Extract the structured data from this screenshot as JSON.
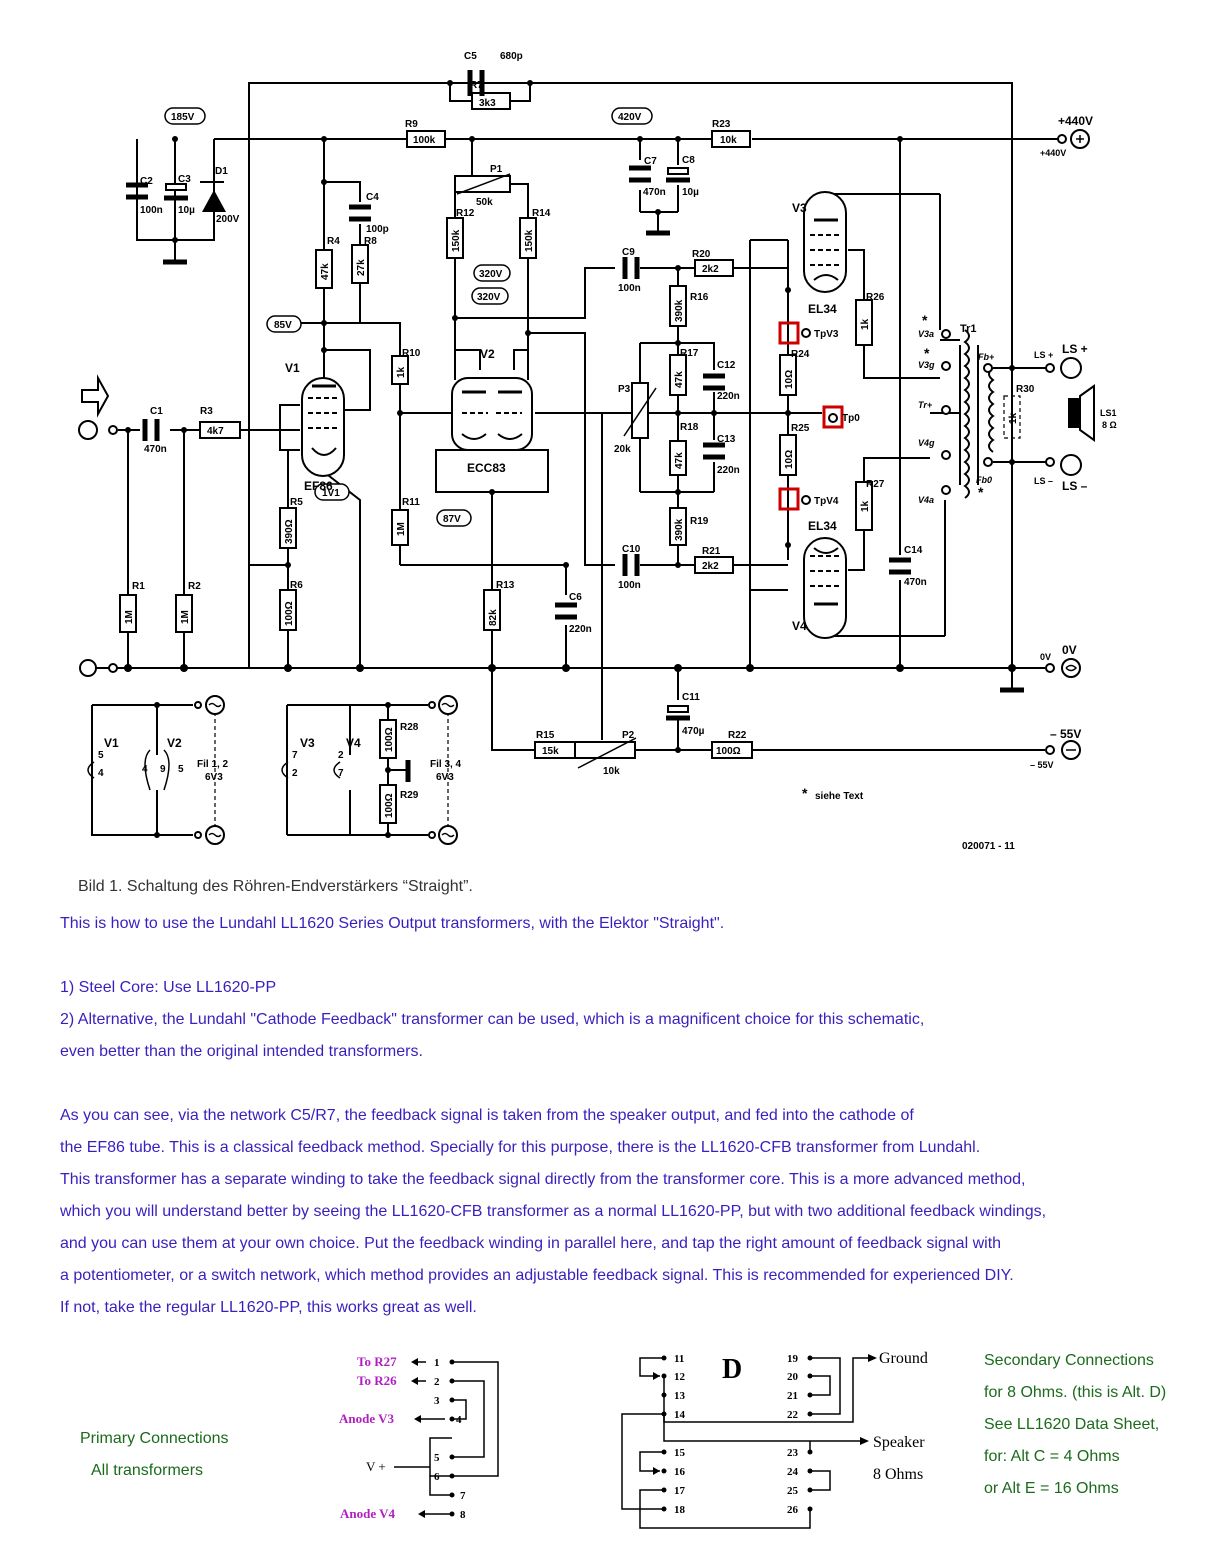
{
  "schematic": {
    "voltages": {
      "v185": "185V",
      "v420": "420V",
      "v85": "85V",
      "v320a": "320V",
      "v320b": "320V",
      "v1v1": "1V1",
      "v87": "87V",
      "plus440": "+440V",
      "plus440s": "+440V",
      "zero": "0V",
      "zeros": "0V",
      "minus55": "– 55V",
      "minus55s": "– 55V"
    },
    "components": {
      "c5": "C5",
      "c5v": "680p",
      "r7": "R7",
      "r7v": "3k3",
      "r9": "R9",
      "r9v": "100k",
      "r23": "R23",
      "r23v": "10k",
      "c2": "C2",
      "c2v": "100n",
      "c3": "C3",
      "c3v": "10µ",
      "d1": "D1",
      "d1v": "200V",
      "c4": "C4",
      "c4v": "100p",
      "r4": "R4",
      "r4v": "47k",
      "r8": "R8",
      "r8v": "27k",
      "p1": "P1",
      "p1v": "50k",
      "r12": "R12",
      "r12v": "150k",
      "r14": "R14",
      "r14v": "150k",
      "c7": "C7",
      "c7v": "470n",
      "c8": "C8",
      "c8v": "10µ",
      "c9": "C9",
      "c9v": "100n",
      "r20": "R20",
      "r20v": "2k2",
      "r16": "R16",
      "r16v": "390k",
      "r17": "R17",
      "r17v": "47k",
      "c12": "C12",
      "c12v": "220n",
      "p3": "P3",
      "p3v": "20k",
      "r18": "R18",
      "r18v": "47k",
      "c13": "C13",
      "c13v": "220n",
      "r19": "R19",
      "r19v": "390k",
      "c10": "C10",
      "c10v": "100n",
      "r21": "R21",
      "r21v": "2k2",
      "r24": "R24",
      "r24v": "10Ω",
      "r25": "R25",
      "r25v": "10Ω",
      "r26": "R26",
      "r26v": "1k",
      "r27": "R27",
      "r27v": "1k",
      "c14": "C14",
      "c14v": "470n",
      "r30": "R30",
      "r30v": "1k",
      "c1": "C1",
      "c1v": "470n",
      "r3": "R3",
      "r3v": "4k7",
      "r1": "R1",
      "r1v": "1M",
      "r2": "R2",
      "r2v": "1M",
      "r5": "R5",
      "r5v": "390Ω",
      "r6": "R6",
      "r6v": "100Ω",
      "r10": "R10",
      "r10v": "1k",
      "r11": "R11",
      "r11v": "1M",
      "r13": "R13",
      "r13v": "82k",
      "c6": "C6",
      "c6v": "220n",
      "c11": "C11",
      "c11v": "470µ",
      "r15": "R15",
      "r15v": "15k",
      "p2": "P2",
      "p2v": "10k",
      "r22": "R22",
      "r22v": "100Ω",
      "r28": "R28",
      "r28v": "100Ω",
      "r29": "R29",
      "r29v": "100Ω"
    },
    "tubes": {
      "v1": "V1",
      "v1t": "EF86",
      "v2": "V2",
      "v2t": "ECC83",
      "v3": "V3",
      "v3t": "EL34",
      "v4": "V4",
      "v4t": "EL34"
    },
    "testpoints": {
      "tpv3": "TpV3",
      "tp0": "Tp0",
      "tpv4": "TpV4"
    },
    "transformer": {
      "tr1": "Tr1",
      "v3a": "V3a",
      "v3g": "V3g",
      "trp": "Tr+",
      "v4g": "V4g",
      "v4a": "V4a",
      "fbp": "Fb+",
      "fb0": "Fb0",
      "lsp": "LS +",
      "lsps": "LS +",
      "lsm": "LS –",
      "lsms": "LS –",
      "ls1": "LS1",
      "ls1v": "8 Ω"
    },
    "filament": {
      "v1": "V1",
      "v2": "V2",
      "v3": "V3",
      "v4": "V4",
      "fil12": "Fil 1, 2",
      "fil12v": "6V3",
      "fil34": "Fil 3, 4",
      "fil34v": "6V3",
      "p5": "5",
      "p4": "4",
      "p4b": "4",
      "p9": "9",
      "p5b": "5",
      "p7": "7",
      "p2": "2",
      "p2b": "2",
      "p7b": "7"
    },
    "note": "siehe Text",
    "code": "020071 - 11"
  },
  "caption": "Bild 1. Schaltung des Röhren-Endverstärkers “Straight”.",
  "text": {
    "l1": "This is how to use the Lundahl LL1620 Series Output transformers, with the Elektor \"Straight\".",
    "l2": "1) Steel  Core:  Use LL1620-PP",
    "l3": "2) Alternative,  the Lundahl \"Cathode Feedback\" transformer can be used, which is a magnificent choice for this schematic,",
    "l4": "even better than the original intended transformers.",
    "l5": "As you can see, via the network C5/R7,  the feedback signal is taken from the speaker output, and fed into the cathode of",
    "l6": "the EF86 tube.  This is a classical feedback method. Specially for this purpose,  there is the LL1620-CFB transformer from Lundahl.",
    "l7": "This transformer has a separate winding to take the feedback signal directly from the transformer core. This is a more advanced method,",
    "l8": "which you will understand better by seeing the LL1620-CFB transformer as a normal LL1620-PP, but with two additional feedback windings,",
    "l9": "and you can use them at your own choice. Put the feedback winding in parallel here, and tap the right amount of feedback signal with",
    "l10": "a potentiometer, or a switch network, which method provides an adjustable feedback signal. This is recommended for experienced DIY.",
    "l11": "If not, take the regular LL1620-PP, this works great as well."
  },
  "primary": {
    "title1": "Primary Connections",
    "title2": "All transformers",
    "to_r27": "To R27",
    "to_r26": "To R26",
    "anode_v3": "Anode V3",
    "anode_v4": "Anode V4",
    "vplus": "V +",
    "pins": [
      "1",
      "2",
      "3",
      "4",
      "5",
      "6",
      "7",
      "8"
    ]
  },
  "secondary": {
    "alt": "D",
    "ground": "Ground",
    "speaker": "Speaker",
    "ohms": "8 Ohms",
    "left_pins": [
      "11",
      "12",
      "13",
      "14",
      "15",
      "16",
      "17",
      "18"
    ],
    "right_pins": [
      "19",
      "20",
      "21",
      "22",
      "23",
      "24",
      "25",
      "26"
    ],
    "note1": "Secondary Connections",
    "note2": "for 8 Ohms. (this is Alt. D)",
    "note3": "See  LL1620 Data Sheet,",
    "note4": "for:  Alt C = 4 Ohms",
    "note5": "or  Alt E = 16 Ohms"
  }
}
